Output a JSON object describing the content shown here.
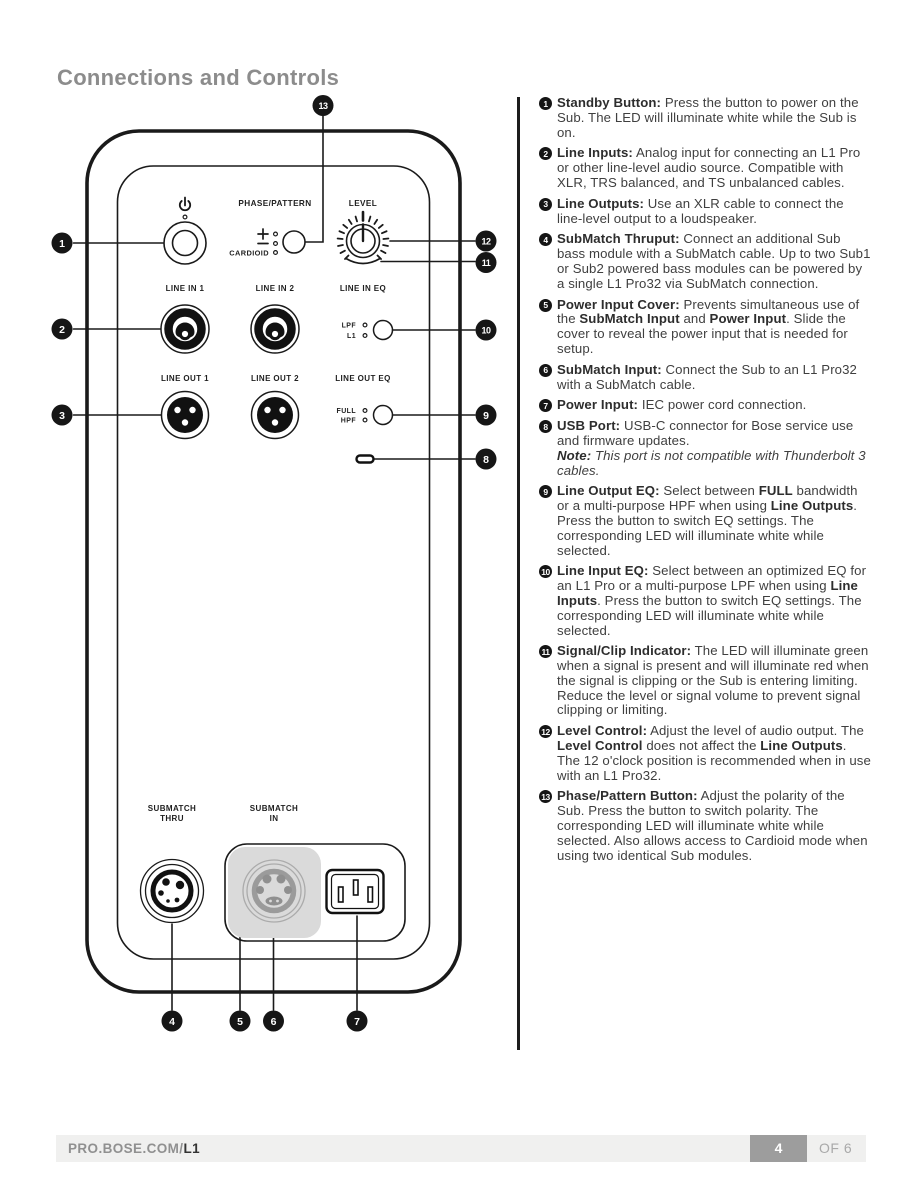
{
  "page": {
    "title": "Connections and Controls"
  },
  "colors": {
    "title_gray": "#8c8c8c",
    "body_text": "#3f3f3f",
    "line_black": "#1a1a1a",
    "cover_gray": "#dadada",
    "connector_gray": "#9b9b9b",
    "footer_bar": "#f0f0ef",
    "footer_box": "#9d9d9d"
  },
  "diagram": {
    "labels": {
      "phase_pattern": "PHASE/PATTERN",
      "level": "LEVEL",
      "plus": "+",
      "cardioid": "CARDIOID",
      "line_in_1": "LINE IN 1",
      "line_in_2": "LINE IN 2",
      "line_in_eq": "LINE IN EQ",
      "lpf": "LPF",
      "l1": "L1",
      "line_out_1": "LINE OUT 1",
      "line_out_2": "LINE OUT 2",
      "line_out_eq": "LINE OUT EQ",
      "full": "FULL",
      "hpf": "HPF",
      "submatch_thru_line1": "SUBMATCH",
      "submatch_thru_line2": "THRU",
      "submatch_in_line1": "SUBMATCH",
      "submatch_in_line2": "IN"
    },
    "callouts": {
      "c1": "1",
      "c2": "2",
      "c3": "3",
      "c4": "4",
      "c5": "5",
      "c6": "6",
      "c7": "7",
      "c8": "8",
      "c9": "9",
      "c10": "10",
      "c11": "11",
      "c12": "12",
      "c13": "13"
    }
  },
  "legend": {
    "items": [
      {
        "num": "1",
        "segments": [
          {
            "t": "Standby Button:",
            "b": true
          },
          {
            "t": " Press the button to power on the Sub. The LED will illuminate white while the Sub is on."
          }
        ]
      },
      {
        "num": "2",
        "segments": [
          {
            "t": "Line Inputs:",
            "b": true
          },
          {
            "t": " Analog input for connecting an L1 Pro or other line-level audio source. Compatible with XLR, TRS balanced, and TS unbalanced cables."
          }
        ]
      },
      {
        "num": "3",
        "segments": [
          {
            "t": "Line Outputs:",
            "b": true
          },
          {
            "t": " Use an XLR cable to connect the line-level output to a loudspeaker."
          }
        ]
      },
      {
        "num": "4",
        "segments": [
          {
            "t": "SubMatch Thruput:",
            "b": true
          },
          {
            "t": " Connect an additional Sub bass module with a SubMatch cable. Up to two Sub1 or Sub2 powered bass modules can be powered by a single L1 Pro32 via SubMatch connection."
          }
        ]
      },
      {
        "num": "5",
        "segments": [
          {
            "t": "Power Input Cover:",
            "b": true
          },
          {
            "t": " Prevents simultaneous use of the "
          },
          {
            "t": "SubMatch Input",
            "b": true
          },
          {
            "t": " and "
          },
          {
            "t": "Power Input",
            "b": true
          },
          {
            "t": ". Slide the cover to reveal the power input that is needed for setup."
          }
        ]
      },
      {
        "num": "6",
        "segments": [
          {
            "t": "SubMatch Input:",
            "b": true
          },
          {
            "t": " Connect the Sub to an L1 Pro32 with a SubMatch cable."
          }
        ]
      },
      {
        "num": "7",
        "segments": [
          {
            "t": "Power Input:",
            "b": true
          },
          {
            "t": " IEC power cord connection."
          }
        ]
      },
      {
        "num": "8",
        "segments": [
          {
            "t": "USB Port:",
            "b": true
          },
          {
            "t": " USB-C connector for Bose service use and firmware updates."
          },
          {
            "br": true
          },
          {
            "t": "Note:",
            "b": true,
            "i": true
          },
          {
            "t": " This port is not compatible with Thunderbolt 3 cables.",
            "i": true
          }
        ]
      },
      {
        "num": "9",
        "segments": [
          {
            "t": "Line Output EQ:",
            "b": true
          },
          {
            "t": " Select between "
          },
          {
            "t": "FULL",
            "b": true
          },
          {
            "t": " bandwidth or a multi-purpose HPF when using "
          },
          {
            "t": "Line Outputs",
            "b": true
          },
          {
            "t": ". Press the button to switch EQ settings. The corresponding LED will illuminate white while selected."
          }
        ]
      },
      {
        "num": "10",
        "segments": [
          {
            "t": "Line Input EQ:",
            "b": true
          },
          {
            "t": " Select between an optimized EQ for an L1 Pro or a multi-purpose LPF when using "
          },
          {
            "t": "Line Inputs",
            "b": true
          },
          {
            "t": ". Press the button to switch EQ settings. The corresponding LED will illuminate white while selected."
          }
        ]
      },
      {
        "num": "11",
        "segments": [
          {
            "t": "Signal/Clip Indicator:",
            "b": true
          },
          {
            "t": " The LED will illuminate green when a signal is present and will illuminate red when the signal is clipping or the Sub is entering limiting. Reduce the level or signal volume to prevent signal clipping or limiting."
          }
        ]
      },
      {
        "num": "12",
        "segments": [
          {
            "t": "Level Control:",
            "b": true
          },
          {
            "t": " Adjust the level of audio output. The "
          },
          {
            "t": "Level Control",
            "b": true
          },
          {
            "t": " does not affect the "
          },
          {
            "t": "Line Outputs",
            "b": true
          },
          {
            "t": ". The 12 o'clock position is recommended when in use with an L1 Pro32."
          }
        ]
      },
      {
        "num": "13",
        "segments": [
          {
            "t": "Phase/Pattern Button:",
            "b": true
          },
          {
            "t": " Adjust the polarity of the Sub. Press the button to switch polarity. The corresponding LED will illuminate white while selected. Also allows access to Cardioid mode when using two identical Sub modules."
          }
        ]
      }
    ]
  },
  "footer": {
    "site_prefix": "PRO.BOSE.COM/",
    "site_bold": "L1",
    "page_number": "4",
    "page_total": "OF 6"
  }
}
